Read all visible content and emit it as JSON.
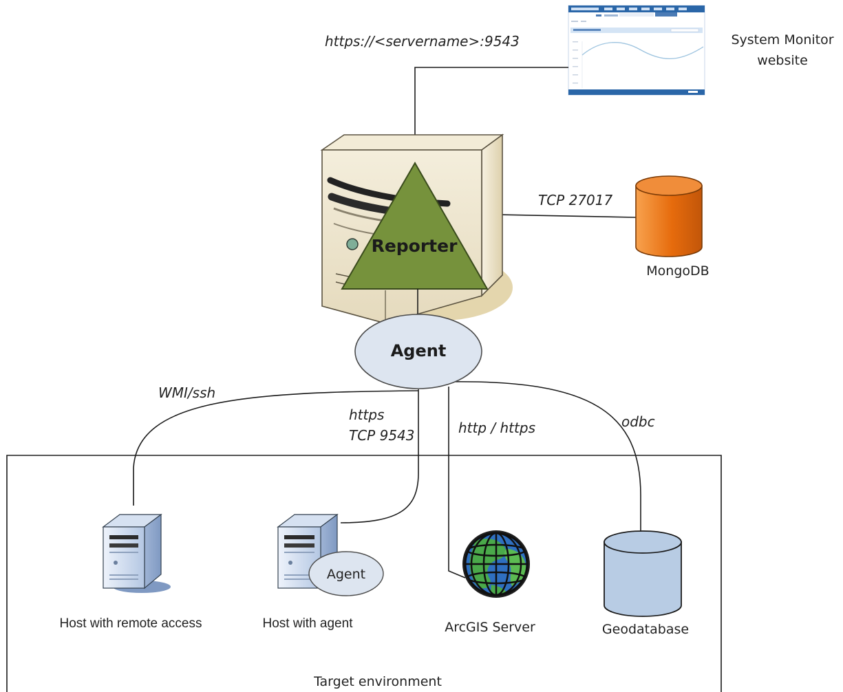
{
  "labels": {
    "url": "https://<servername>:9543",
    "website_line1": "System Monitor",
    "website_line2": "website",
    "tcp_mongo": "TCP 27017",
    "reporter": "Reporter",
    "mongodb": "MongoDB",
    "agent_main": "Agent",
    "wmi": "WMI/ssh",
    "https_line1": "https",
    "https_line2": "TCP 9543",
    "http": "http / https",
    "odbc": "odbc",
    "host_remote": "Host with remote access",
    "host_agent": "Host with agent",
    "agent_small": "Agent",
    "arcgis": "ArcGIS Server",
    "geodatabase": "Geodatabase",
    "target_env": "Target environment"
  },
  "colors": {
    "reporter_triangle": "#76923c",
    "agent_ellipse": "#dde5f0",
    "mongodb_orange": "#e36c09",
    "geodatabase_blue": "#b8cce4",
    "server_beige": "#efe6cf",
    "globe_green": "#4aa94a",
    "globe_blue": "#2f6fc0"
  },
  "icons": {
    "website": "website-thumbnail-icon",
    "server": "tower-server-icon",
    "mongodb": "database-cylinder-icon",
    "host_remote": "host-server-icon",
    "host_agent": "host-server-icon",
    "arcgis": "globe-icon",
    "geodatabase": "database-cylinder-icon"
  }
}
